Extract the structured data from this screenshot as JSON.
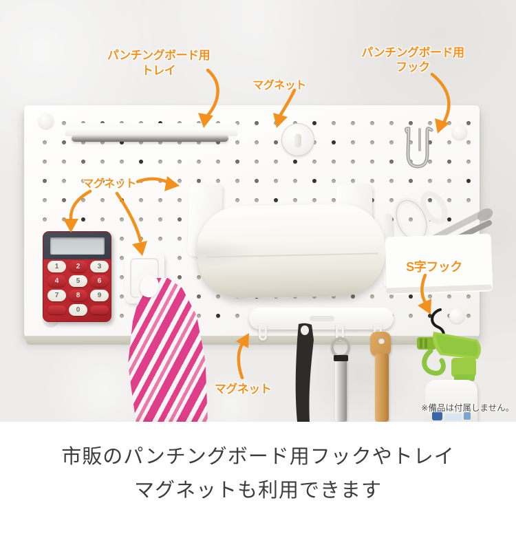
{
  "photo": {
    "callouts": {
      "tray_line1": "パンチングボード用",
      "tray_line2": "トレイ",
      "magnet_top": "マグネット",
      "hook_line1": "パンチングボード用",
      "hook_line2": "フック",
      "magnet_left": "マグネット",
      "s_hook": "S字フック",
      "magnet_bottom": "マグネット",
      "disclaimer": "※備品は付属しません。"
    },
    "objects": {
      "calculator_keys": [
        "1",
        "2",
        "3",
        "4",
        "5",
        "6",
        "7",
        "8",
        "9",
        "0"
      ]
    },
    "colors": {
      "callout_orange": "#f2911d",
      "board_white": "#fbfaf8",
      "wall_gray": "#edeceb",
      "towel_pink": "#e23f88",
      "spray_green": "#8cc63e",
      "calculator_red": "#bf2b30",
      "caption_text": "#3d3d3d"
    }
  },
  "caption": {
    "line1": "市販のパンチングボード用フックやトレイ",
    "line2": "マグネットも利用できます"
  }
}
